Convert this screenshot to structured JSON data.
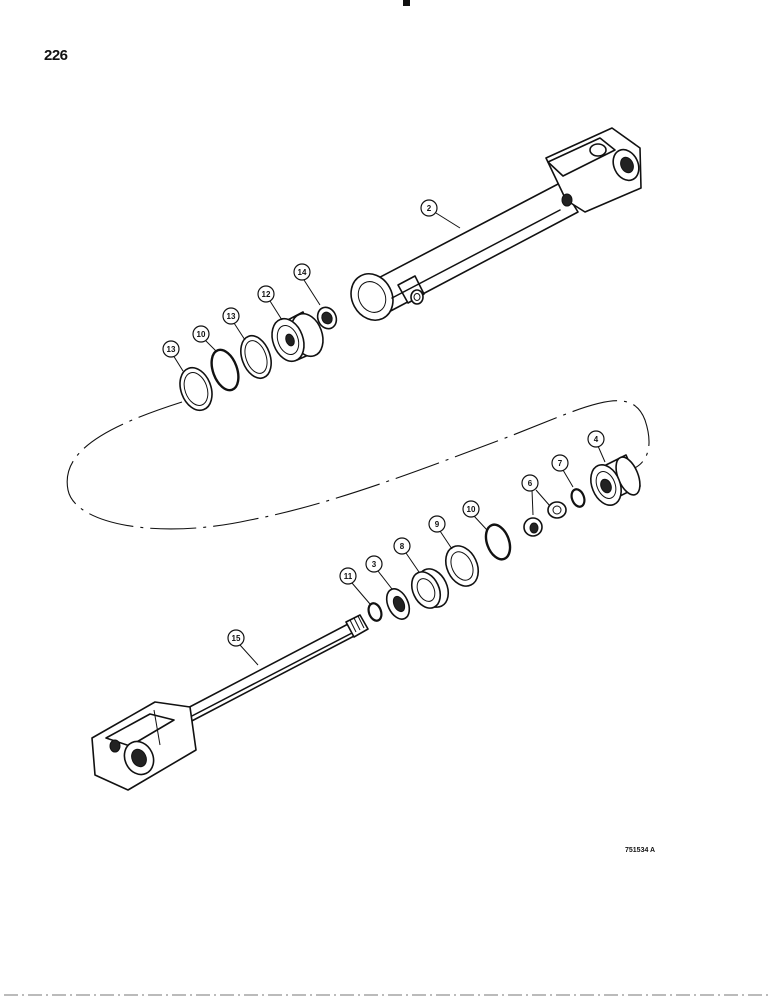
{
  "page": {
    "number": "226"
  },
  "figure": {
    "drawing_code": "751534 A"
  },
  "callouts": [
    {
      "id": "tube-assembly",
      "label": "2"
    },
    {
      "id": "piston-nut",
      "label": "14"
    },
    {
      "id": "piston",
      "label": "12"
    },
    {
      "id": "wear-ring-upper-right",
      "label": "13"
    },
    {
      "id": "seal-upper",
      "label": "10"
    },
    {
      "id": "wear-ring-upper-left",
      "label": "13"
    },
    {
      "id": "gland",
      "label": "4"
    },
    {
      "id": "o-ring-gland",
      "label": "7"
    },
    {
      "id": "set-screw",
      "label": "6"
    },
    {
      "id": "seal-lower",
      "label": "10"
    },
    {
      "id": "backup-ring",
      "label": "9"
    },
    {
      "id": "rod-seal",
      "label": "8"
    },
    {
      "id": "wiper",
      "label": "3"
    },
    {
      "id": "o-ring-rod",
      "label": "11"
    },
    {
      "id": "rod-assembly",
      "label": "15"
    }
  ]
}
